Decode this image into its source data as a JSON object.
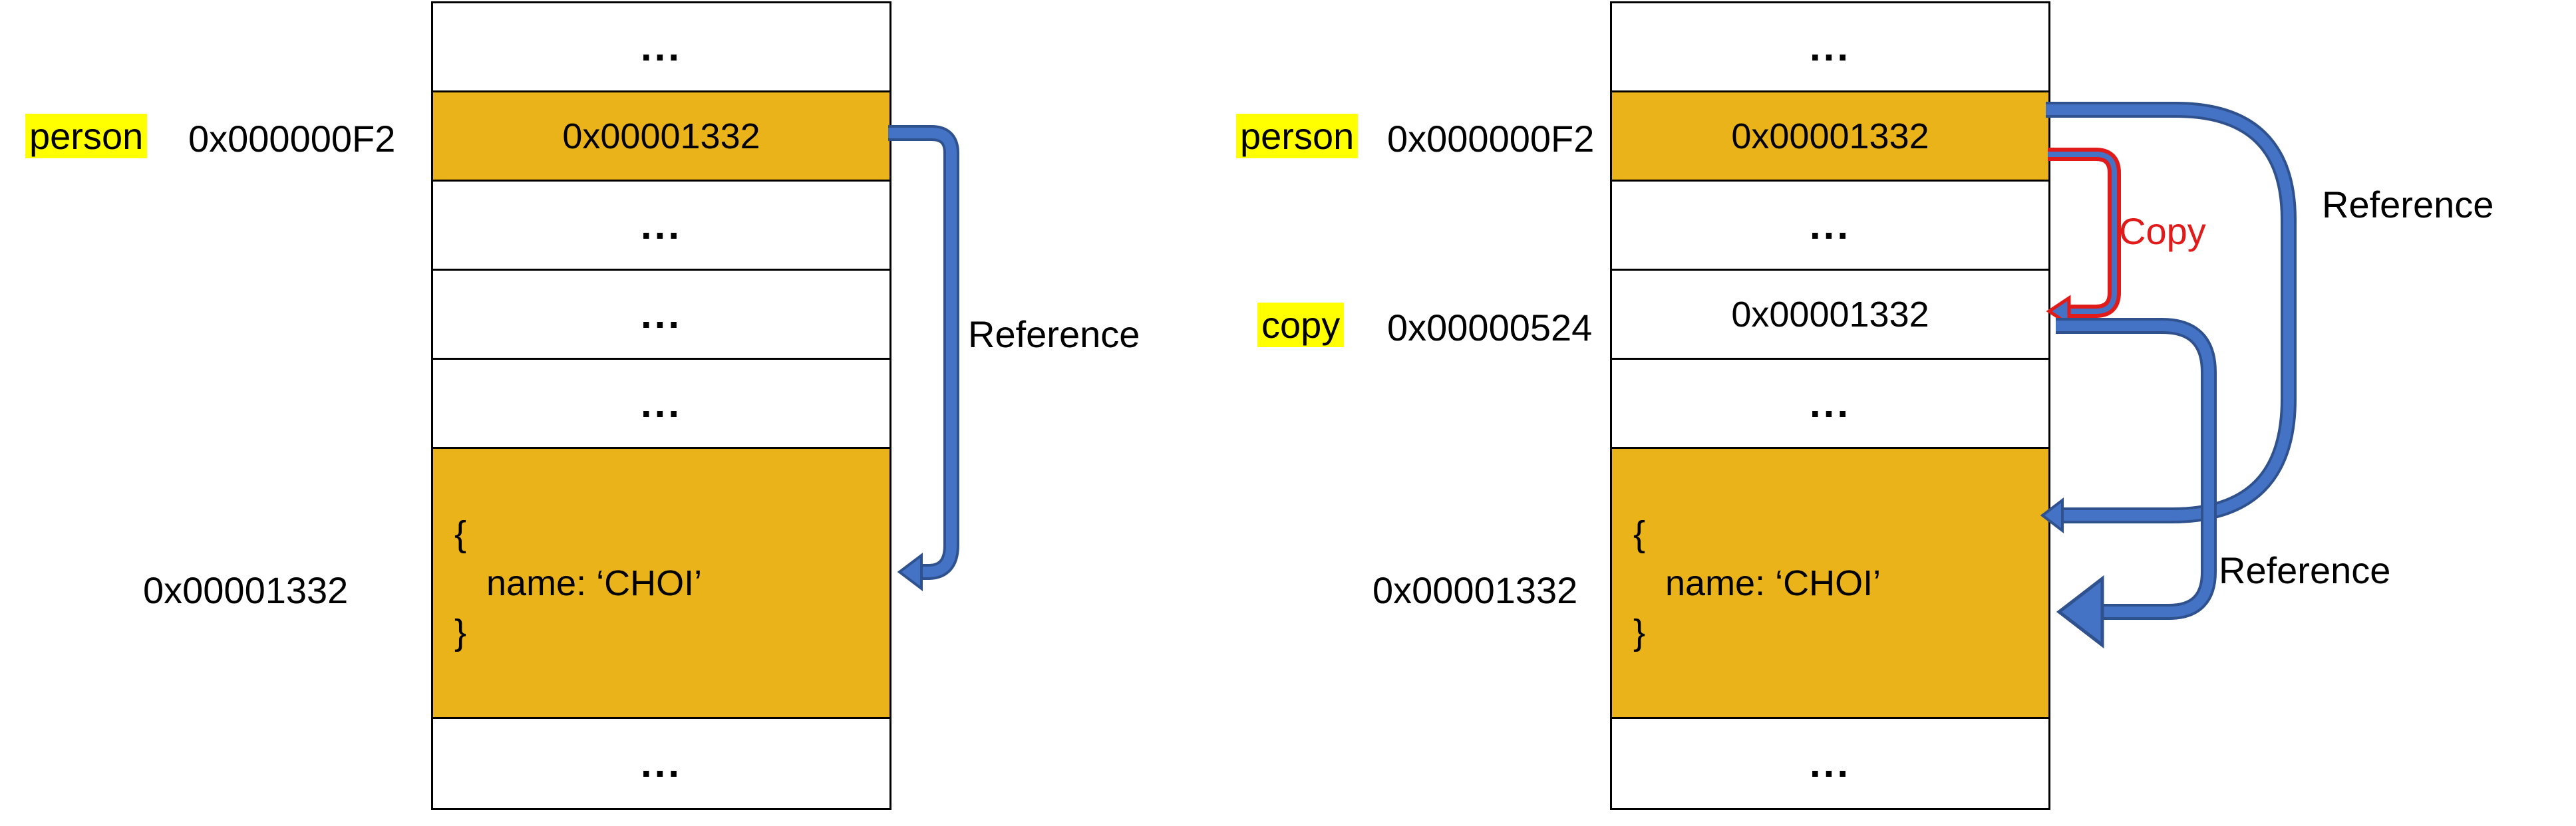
{
  "left": {
    "cells": {
      "dots_top": "...",
      "person_value": "0x00001332",
      "dots_2": "...",
      "dots_3": "...",
      "dots_4": "...",
      "dots_bottom": "..."
    },
    "object": {
      "open": "{",
      "body": "name: ‘CHOI’",
      "close": "}"
    },
    "labels": {
      "person_var": "person",
      "person_addr": "0x000000F2",
      "object_addr": "0x00001332"
    },
    "arrow_label": "Reference"
  },
  "right": {
    "cells": {
      "dots_top": "...",
      "person_value": "0x00001332",
      "dots_2": "...",
      "copy_value": "0x00001332",
      "dots_4": "...",
      "dots_bottom": "..."
    },
    "object": {
      "open": "{",
      "body": "name: ‘CHOI’",
      "close": "}"
    },
    "labels": {
      "person_var": "person",
      "person_addr": "0x000000F2",
      "copy_var": "copy",
      "copy_addr": "0x00000524",
      "object_addr": "0x00001332"
    },
    "arrow_labels": {
      "copy": "Copy",
      "reference_top": "Reference",
      "reference_bottom": "Reference"
    }
  },
  "colors": {
    "highlight_fill": "#ebb31a",
    "variable_highlight": "#ffff00",
    "arrow_blue": "#4472c4",
    "arrow_red": "#e11a1a"
  }
}
